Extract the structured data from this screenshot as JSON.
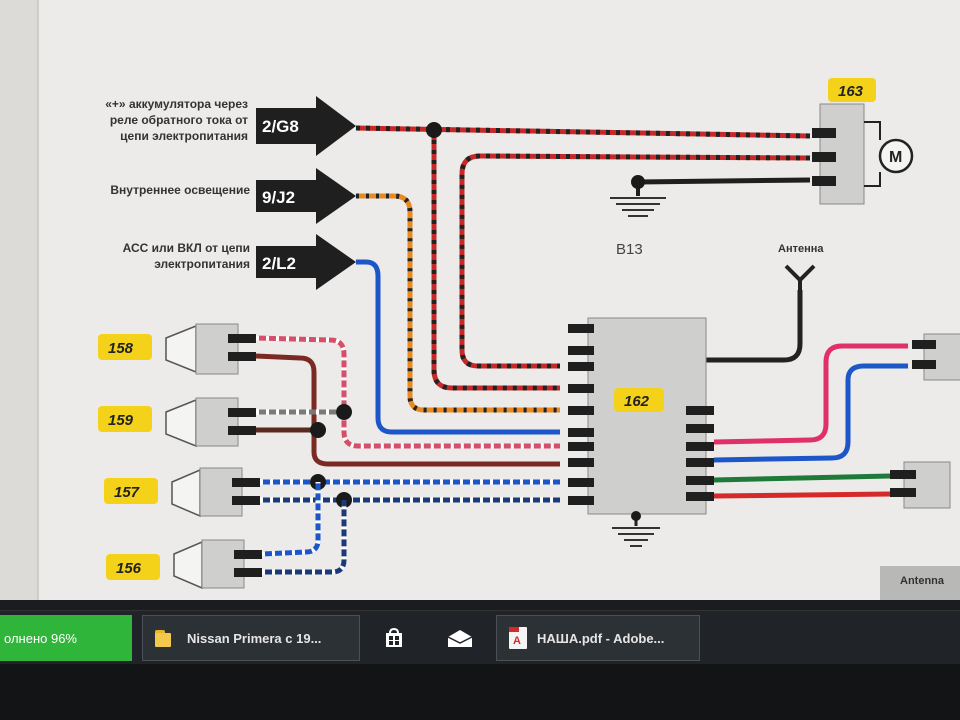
{
  "diagram": {
    "top_label_lines": [
      "«+» аккумулятора через",
      "реле обратного тока от",
      "цепи электропитания"
    ],
    "mid_label": "Внутреннее освещение",
    "acc_label_lines": [
      "АСС или ВКЛ от цепи",
      "электропитания"
    ],
    "connectors": [
      "2/G8",
      "9/J2",
      "2/L2"
    ],
    "badges": {
      "b163": "163",
      "b162": "162",
      "b158": "158",
      "b159": "159",
      "b157": "157",
      "b156": "156"
    },
    "ground_label": "B13",
    "antenna_label": "Антенна",
    "motor_label": "M",
    "corner_label": "Antenna"
  },
  "taskbar": {
    "progress_text": "олнено 96%",
    "progress_value": 96,
    "explorer_title": "Nissan Primera с 19...",
    "pdf_title": "НАША.pdf - Adobe...",
    "pdf_icon_text": "A"
  },
  "colors": {
    "badge": "#f5d21a",
    "connector": "#1f1f1f",
    "taskbar_progress": "#2fb53a",
    "taskbar_bg": "#202428"
  }
}
